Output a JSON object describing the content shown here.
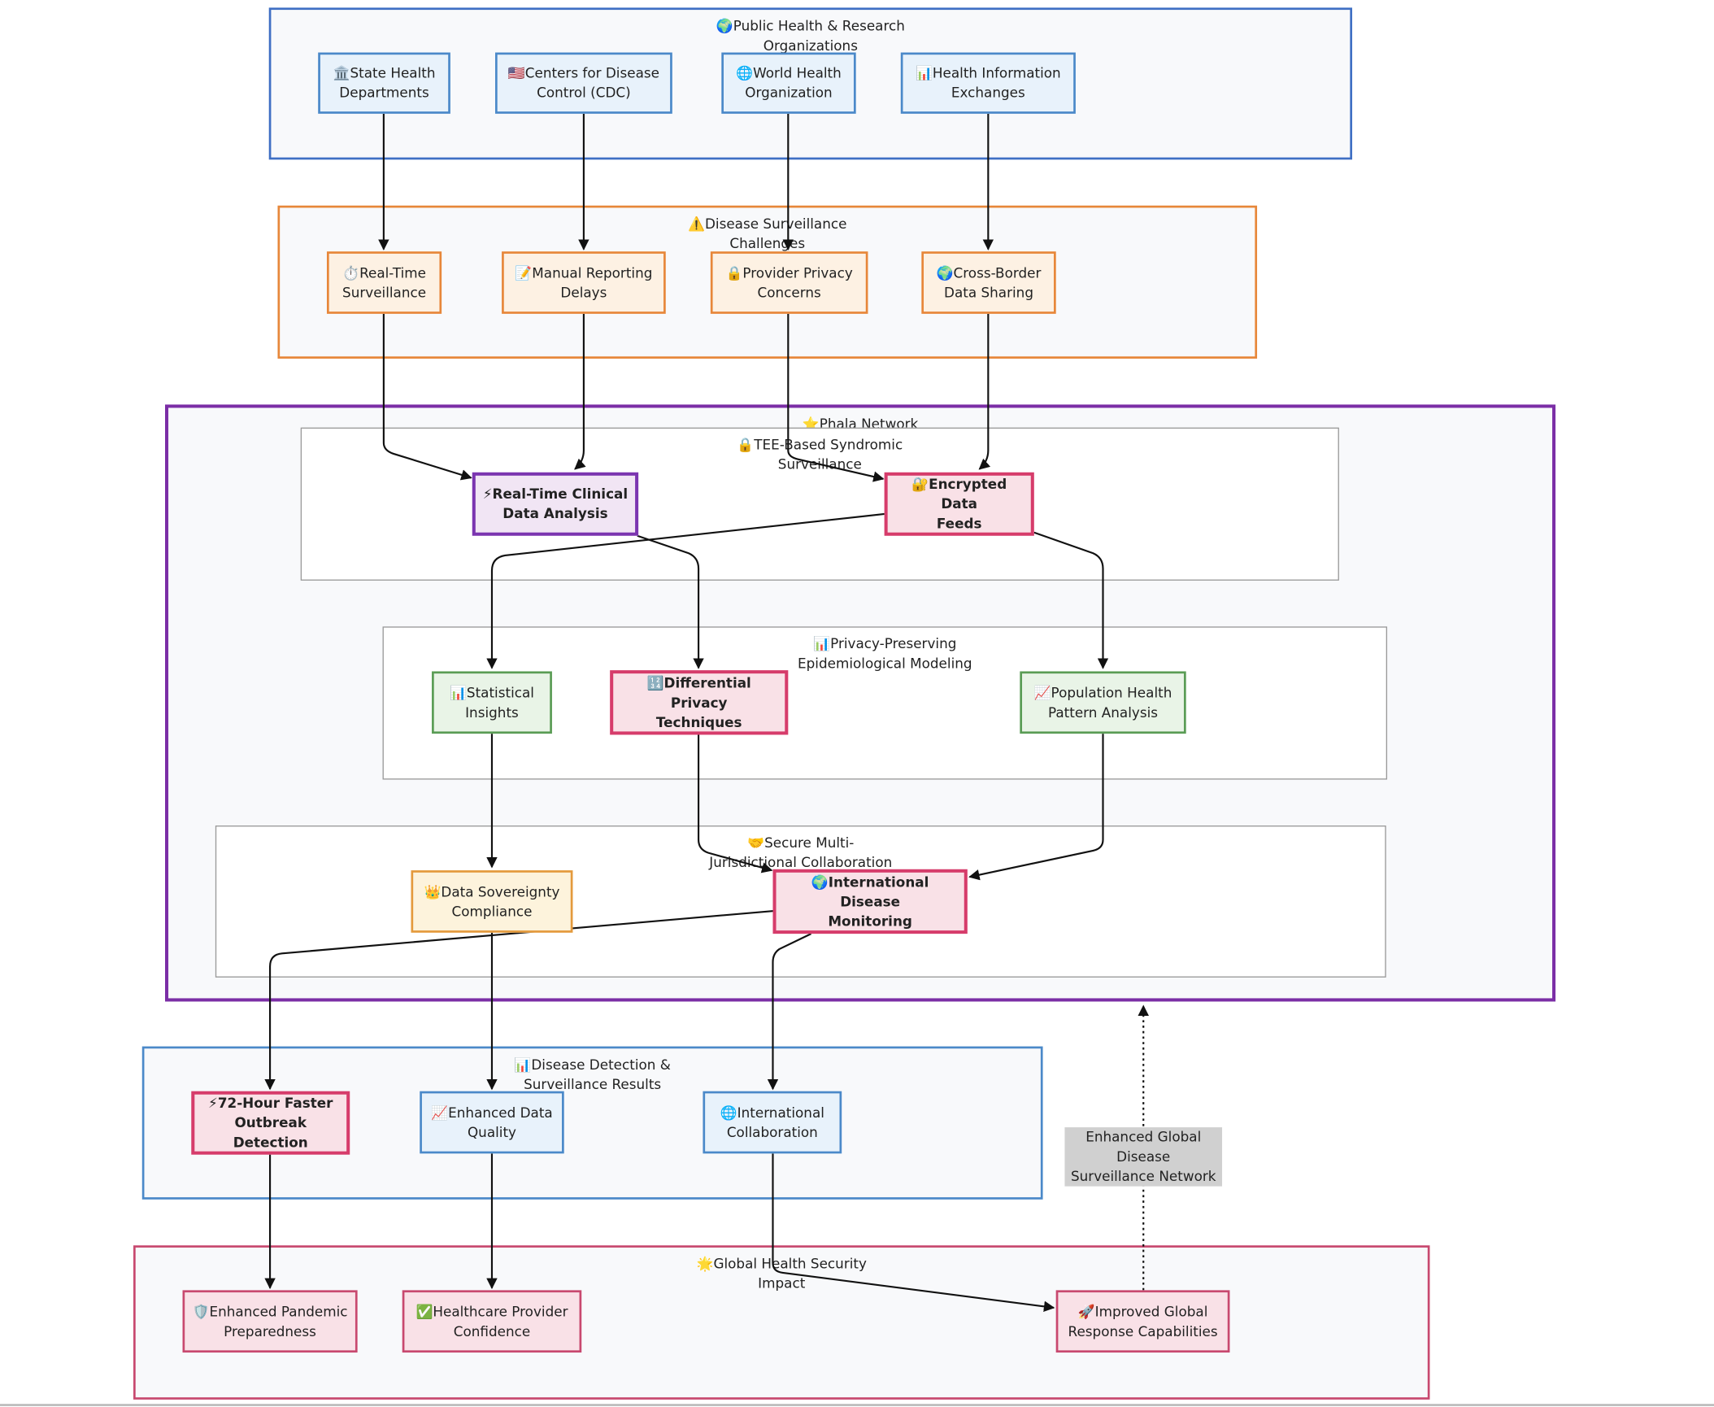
{
  "groups": {
    "public_health": "🌍Public Health & Research\nOrganizations",
    "challenges": "⚠️Disease Surveillance\nChallenges",
    "phala": "⭐Phala Network",
    "tee": "🔒TEE-Based Syndromic\nSurveillance",
    "privacy_modeling": "📊Privacy-Preserving\nEpidemiological Modeling",
    "collaboration": "🤝Secure Multi-\nJurisdictional Collaboration",
    "results": "📊Disease Detection &\nSurveillance Results",
    "impact": "🌟Global Health Security\nImpact"
  },
  "nodes": {
    "state_health": "🏛️State Health\nDepartments",
    "cdc": "🇺🇸Centers for Disease\nControl (CDC)",
    "who": "🌐World Health\nOrganization",
    "hie": "📊Health Information\nExchanges",
    "realtime_surv": "⏱️Real-Time\nSurveillance",
    "manual_delays": "📝Manual Reporting\nDelays",
    "provider_privacy": "🔒Provider Privacy\nConcerns",
    "cross_border": "🌍Cross-Border\nData Sharing",
    "realtime_analysis": "⚡Real-Time Clinical\nData Analysis",
    "encrypted_feeds": "🔐Encrypted Data\nFeeds",
    "stat_insights": "📊Statistical\nInsights",
    "diff_privacy": "🔢Differential Privacy\nTechniques",
    "pop_health": "📈Population Health\nPattern Analysis",
    "data_sovereignty": "👑Data Sovereignty\nCompliance",
    "intl_monitoring": "🌍International Disease\nMonitoring",
    "faster_detection": "⚡72-Hour Faster\nOutbreak Detection",
    "data_quality": "📈Enhanced Data\nQuality",
    "intl_collab": "🌐International\nCollaboration",
    "pandemic_prep": "🛡️Enhanced Pandemic\nPreparedness",
    "provider_confidence": "✅Healthcare Provider\nConfidence",
    "global_response": "🚀Improved Global\nResponse Capabilities"
  },
  "edge_labels": {
    "feedback": "Enhanced Global Disease\nSurveillance Network"
  },
  "colors": {
    "public_health_border": "#3f6fc4",
    "challenges_border": "#e7873a",
    "phala_border": "#7b2ea6",
    "results_border": "#4b89c9",
    "impact_border": "#c8496f",
    "edge": "#111111"
  }
}
